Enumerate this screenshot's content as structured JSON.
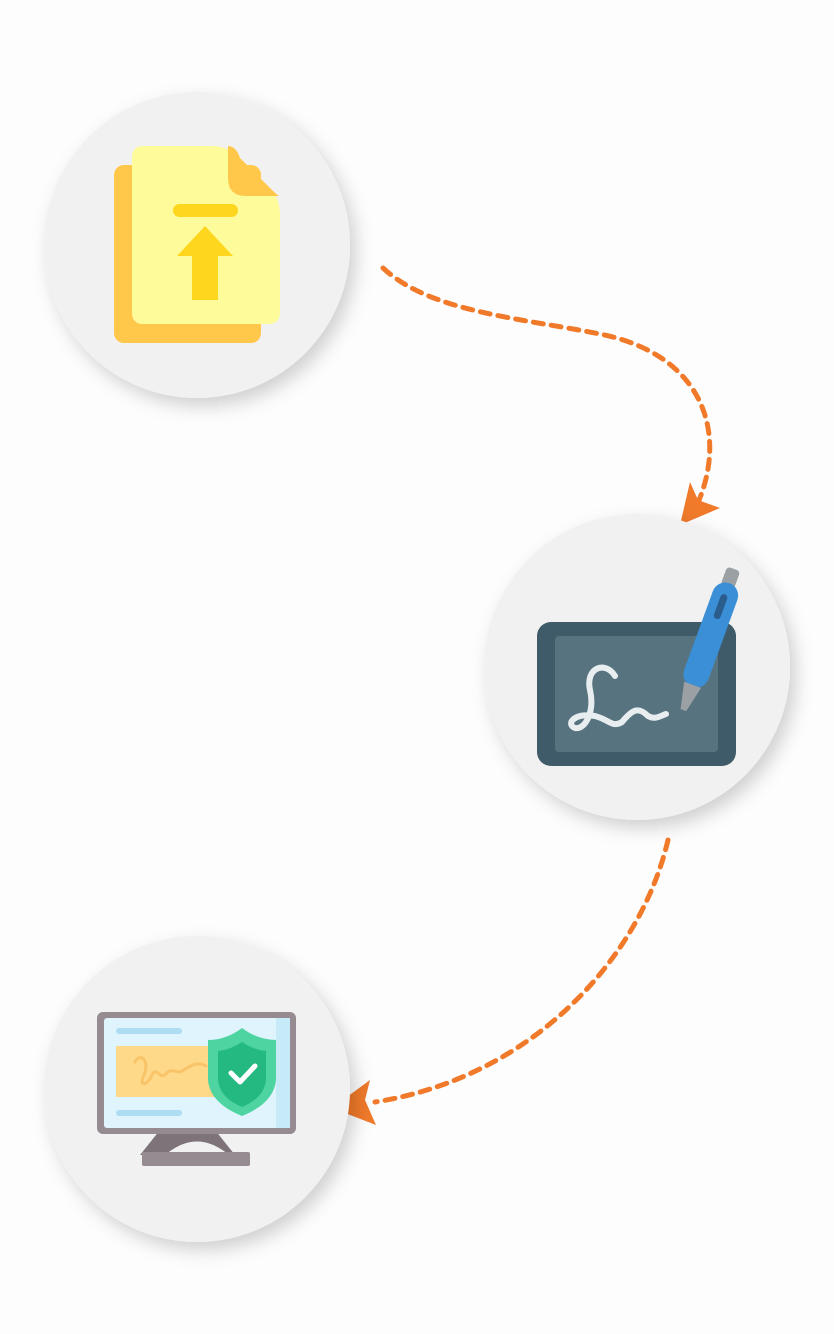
{
  "steps": [
    {
      "name": "upload-document",
      "icon": "file-upload-icon"
    },
    {
      "name": "sign-document",
      "icon": "signature-pad-icon"
    },
    {
      "name": "verified-signature",
      "icon": "monitor-shield-check-icon"
    }
  ],
  "colors": {
    "circle": "#f1f1f1",
    "arrow": "#f07a2a",
    "file_back": "#ffc84a",
    "file_front": "#fdfb9a",
    "upload_arrow": "#ffd61e",
    "tablet_frame": "#3f5a68",
    "tablet_screen": "#57737f",
    "pen": "#3a8fd6",
    "monitor_frame": "#958b91",
    "monitor_screen": "#dff4fc",
    "signature_band": "#ffd98a",
    "shield": "#2fc48c"
  }
}
